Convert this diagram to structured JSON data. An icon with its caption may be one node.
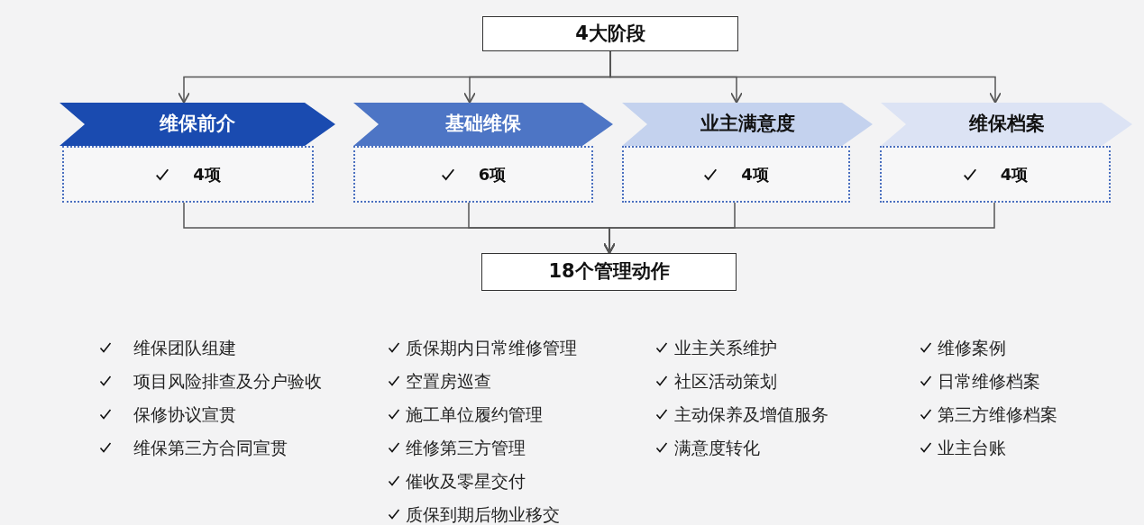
{
  "diagram": {
    "nodes": [
      {
        "text": [
          "4大阶段"
        ]
      },
      {
        "text": [
          "维保前介"
        ]
      },
      {
        "text": [
          "基础维保"
        ]
      },
      {
        "text": [
          "业主满意度"
        ]
      },
      {
        "text": [
          "维保档案"
        ]
      },
      {
        "text": [
          "4项"
        ]
      },
      {
        "text": [
          "6项"
        ]
      },
      {
        "text": [
          "4项"
        ]
      },
      {
        "text": [
          "4项"
        ]
      },
      {
        "text": [
          "18个管理动作"
        ]
      }
    ],
    "edges": [
      {
        "from": 0,
        "to": 1,
        "arrow": "to"
      },
      {
        "from": 0,
        "to": 2,
        "arrow": "to"
      },
      {
        "from": 0,
        "to": 3,
        "arrow": "to"
      },
      {
        "from": 0,
        "to": 4,
        "arrow": "to"
      },
      {
        "from": 5,
        "to": 9,
        "arrow": "to"
      },
      {
        "from": 6,
        "to": 9,
        "arrow": "to"
      },
      {
        "from": 7,
        "to": 9,
        "arrow": "to"
      },
      {
        "from": 8,
        "to": 9,
        "arrow": "to"
      }
    ],
    "labels": [
      "维保团队组建",
      "项目风险排查及分户验收",
      "保修协议宣贯",
      "维保第三方合同宣贯",
      "质保期内日常维修管理",
      "空置房巡查",
      "施工单位履约管理",
      "维修第三方管理",
      "催收及零星交付",
      "质保到期后物业移交",
      "业主关系维护",
      "社区活动策划",
      "主动保养及增值服务",
      "满意度转化",
      "维修案例",
      "日常维修档案",
      "第三方维修档案",
      "业主台账"
    ]
  }
}
